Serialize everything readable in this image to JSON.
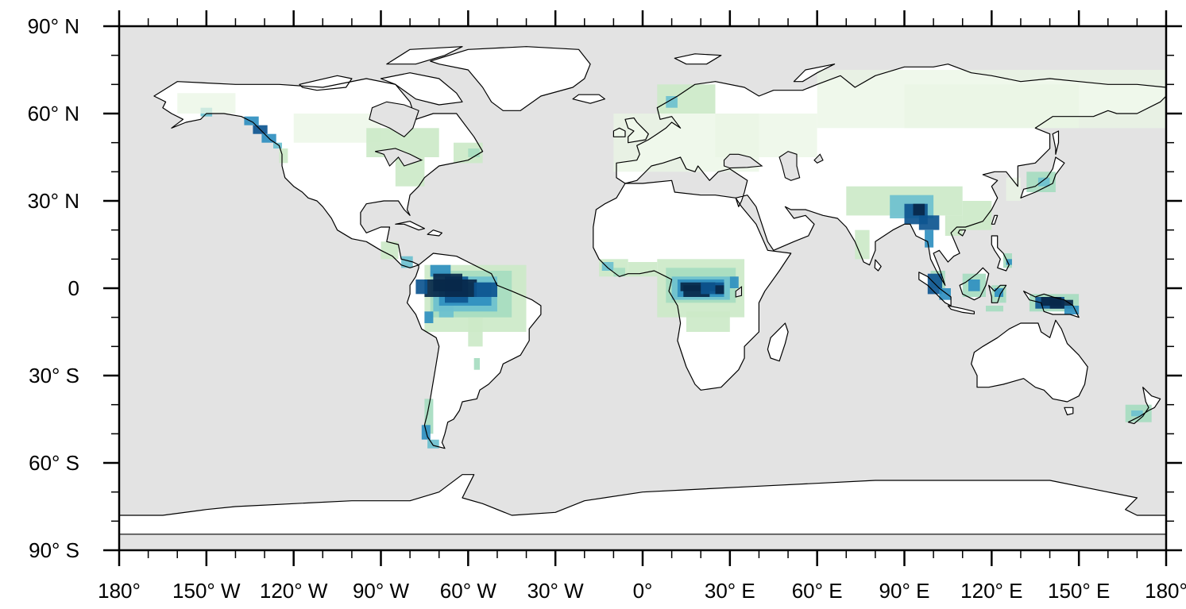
{
  "map": {
    "axes": {
      "lon_ticks": [
        {
          "lon": -180,
          "label": "180°"
        },
        {
          "lon": -150,
          "label": "150° W"
        },
        {
          "lon": -120,
          "label": "120° W"
        },
        {
          "lon": -90,
          "label": "90° W"
        },
        {
          "lon": -60,
          "label": "60° W"
        },
        {
          "lon": -30,
          "label": "30° W"
        },
        {
          "lon": 0,
          "label": "0°"
        },
        {
          "lon": 30,
          "label": "30° E"
        },
        {
          "lon": 60,
          "label": "60° E"
        },
        {
          "lon": 90,
          "label": "90° E"
        },
        {
          "lon": 120,
          "label": "120° E"
        },
        {
          "lon": 150,
          "label": "150° E"
        },
        {
          "lon": 180,
          "label": "180°"
        }
      ],
      "lat_ticks": [
        {
          "lat": 90,
          "label": "90° N"
        },
        {
          "lat": 60,
          "label": "60° N"
        },
        {
          "lat": 30,
          "label": "30° N"
        },
        {
          "lat": 0,
          "label": "0"
        },
        {
          "lat": -30,
          "label": "30° S"
        },
        {
          "lat": -60,
          "label": "60° S"
        },
        {
          "lat": -90,
          "label": "90° S"
        }
      ],
      "lon_range": [
        -180,
        180
      ],
      "lat_range": [
        -90,
        90
      ]
    },
    "colors": {
      "ocean": "#e3e3e3",
      "land": "#ffffff",
      "coastline": "#000000",
      "scale": [
        "#eaf6e4",
        "#cce9c8",
        "#a6dcc0",
        "#6cc0cf",
        "#2f8fc0",
        "#0d5590",
        "#08284a"
      ]
    }
  }
}
